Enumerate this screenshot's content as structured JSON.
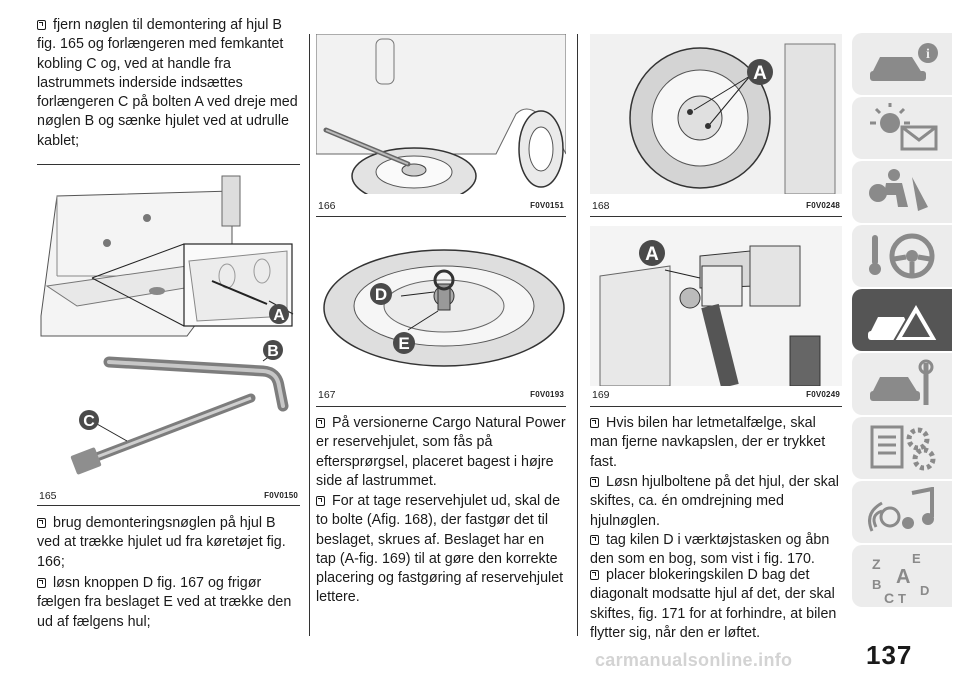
{
  "column1": {
    "para_top": "fjern nøglen til demontering af hjul B fig. 165 og forlængeren med femkantet kobling C og, ved at handle fra lastrummets inderside indsættes forlængeren C på bolten A ved dreje med nøglen B og sænke hjulet ved at udrulle kablet;",
    "fig165": {
      "number": "165",
      "code": "F0V0150",
      "labels": [
        "A",
        "B",
        "C"
      ]
    },
    "para_bottom_1": "brug demonteringsnøglen på hjul B ved at trække hjulet ud fra køretøjet fig. 166;",
    "para_bottom_2": "løsn knoppen D fig. 167 og frigør fælgen fra beslaget E ved at trække den ud af fælgens hul;"
  },
  "column2": {
    "fig166": {
      "number": "166",
      "code": "F0V0151"
    },
    "fig167": {
      "number": "167",
      "code": "F0V0193",
      "labels": [
        "D",
        "E"
      ]
    },
    "para_1": "På versionerne Cargo Natural Power er reservehjulet, som fås på eftersprørgsel, placeret bagest i højre side af lastrummet.",
    "para_2": "For at tage reservehjulet ud, skal de to bolte (Afig. 168), der fastgør det til beslaget, skrues af. Beslaget har en tap (A-fig. 169) til at gøre den korrekte placering og fastgøring af reservehjulet lettere."
  },
  "column3": {
    "fig168": {
      "number": "168",
      "code": "F0V0248",
      "labels": [
        "A"
      ]
    },
    "fig169": {
      "number": "169",
      "code": "F0V0249",
      "labels": [
        "A"
      ]
    },
    "para_1": "Hvis bilen har letmetalfælge, skal man fjerne navkapslen, der er trykket fast.",
    "para_2": "Løsn hjulboltene på det hjul, der skal skiftes, ca. én omdrejning med hjulnøglen.",
    "para_3": "tag kilen D i værktøjstasken og åbn den som en bog, som vist i fig. 170.",
    "para_4": "placer blokeringskilen D bag det diagonalt modsatte hjul af det, der skal skiftes, fig. 171 for at forhindre, at bilen flytter sig, når den er løftet."
  },
  "sidebar": {
    "tabs": [
      {
        "icon": "car-info-icon"
      },
      {
        "icon": "warning-lights-icon"
      },
      {
        "icon": "airbag-safety-icon"
      },
      {
        "icon": "steering-wheel-icon"
      },
      {
        "icon": "emergency-icon",
        "active": true
      },
      {
        "icon": "maintenance-car-icon"
      },
      {
        "icon": "technical-data-icon"
      },
      {
        "icon": "multimedia-icon"
      },
      {
        "icon": "index-icon",
        "letters": [
          "Z",
          "E",
          "B",
          "A",
          "C",
          "T",
          "D"
        ]
      }
    ]
  },
  "page_number": "137",
  "watermark": "carmanualsonline.info",
  "colors": {
    "active_tab": "#555555",
    "tab": "#ececec",
    "label_badge": "#4a4a4a"
  }
}
